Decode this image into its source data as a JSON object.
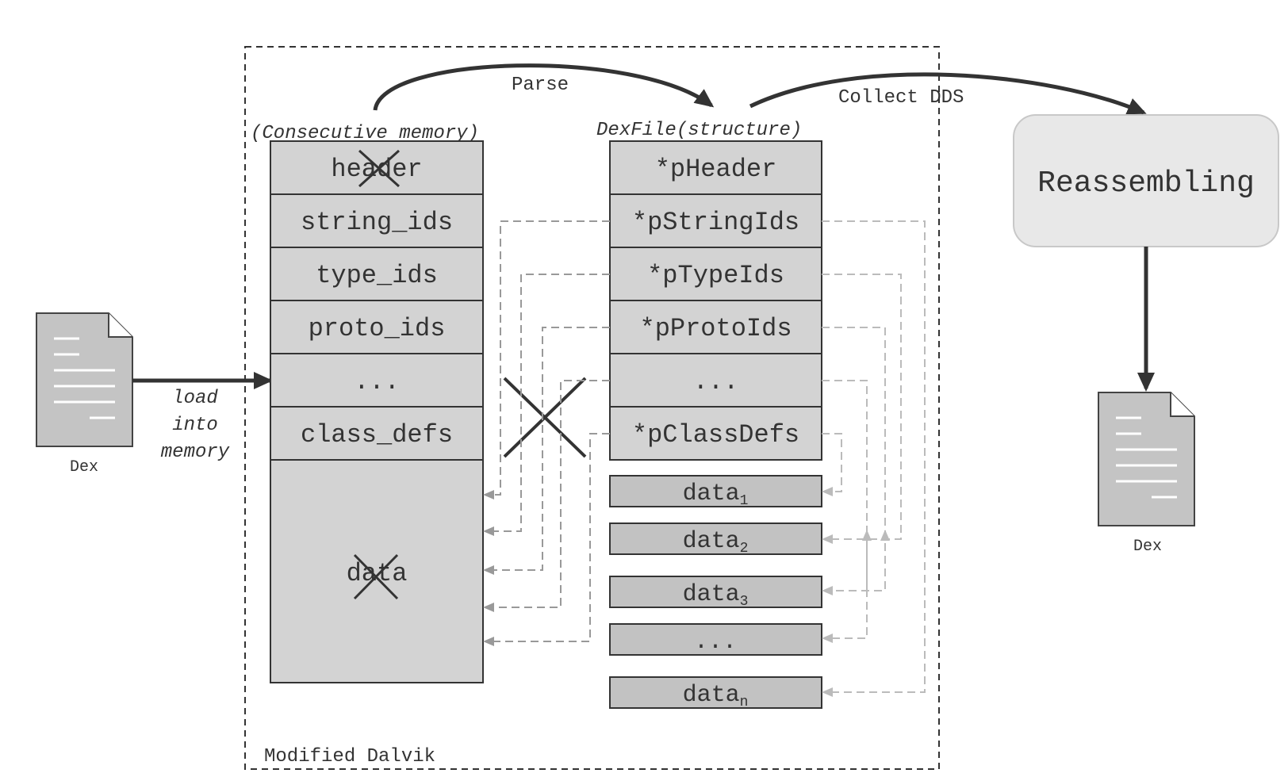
{
  "container": {
    "label": "Modified Dalvik"
  },
  "arrows": {
    "parse_label": "Parse",
    "collect_label": "Collect DDS",
    "load_label_lines": [
      "load",
      "into",
      "memory"
    ]
  },
  "source_file": {
    "label": "Dex"
  },
  "output_file": {
    "label": "Dex"
  },
  "memory": {
    "caption": "(Consecutive memory)",
    "rows": [
      "header",
      "string_ids",
      "type_ids",
      "proto_ids",
      "...",
      "class_defs"
    ],
    "data_label": "data"
  },
  "dexfile": {
    "caption": "DexFile(structure)",
    "rows": [
      "*pHeader",
      "*pStringIds",
      "*pTypeIds",
      "*pProtoIds",
      "...",
      "*pClassDefs"
    ]
  },
  "data_blocks": [
    {
      "base": "data",
      "sub": "1"
    },
    {
      "base": "data",
      "sub": "2"
    },
    {
      "base": "data",
      "sub": "3"
    },
    {
      "base": "...",
      "sub": ""
    },
    {
      "base": "data",
      "sub": "n"
    }
  ],
  "reassembling": {
    "label": "Reassembling"
  },
  "colors": {
    "cell_fill": "#d3d3d3",
    "data_block_fill": "#c2c2c2",
    "stroke": "#333333",
    "dash_dark": "#999999",
    "dash_light": "#bbbbbb",
    "reasm_fill": "#e8e8e8"
  }
}
